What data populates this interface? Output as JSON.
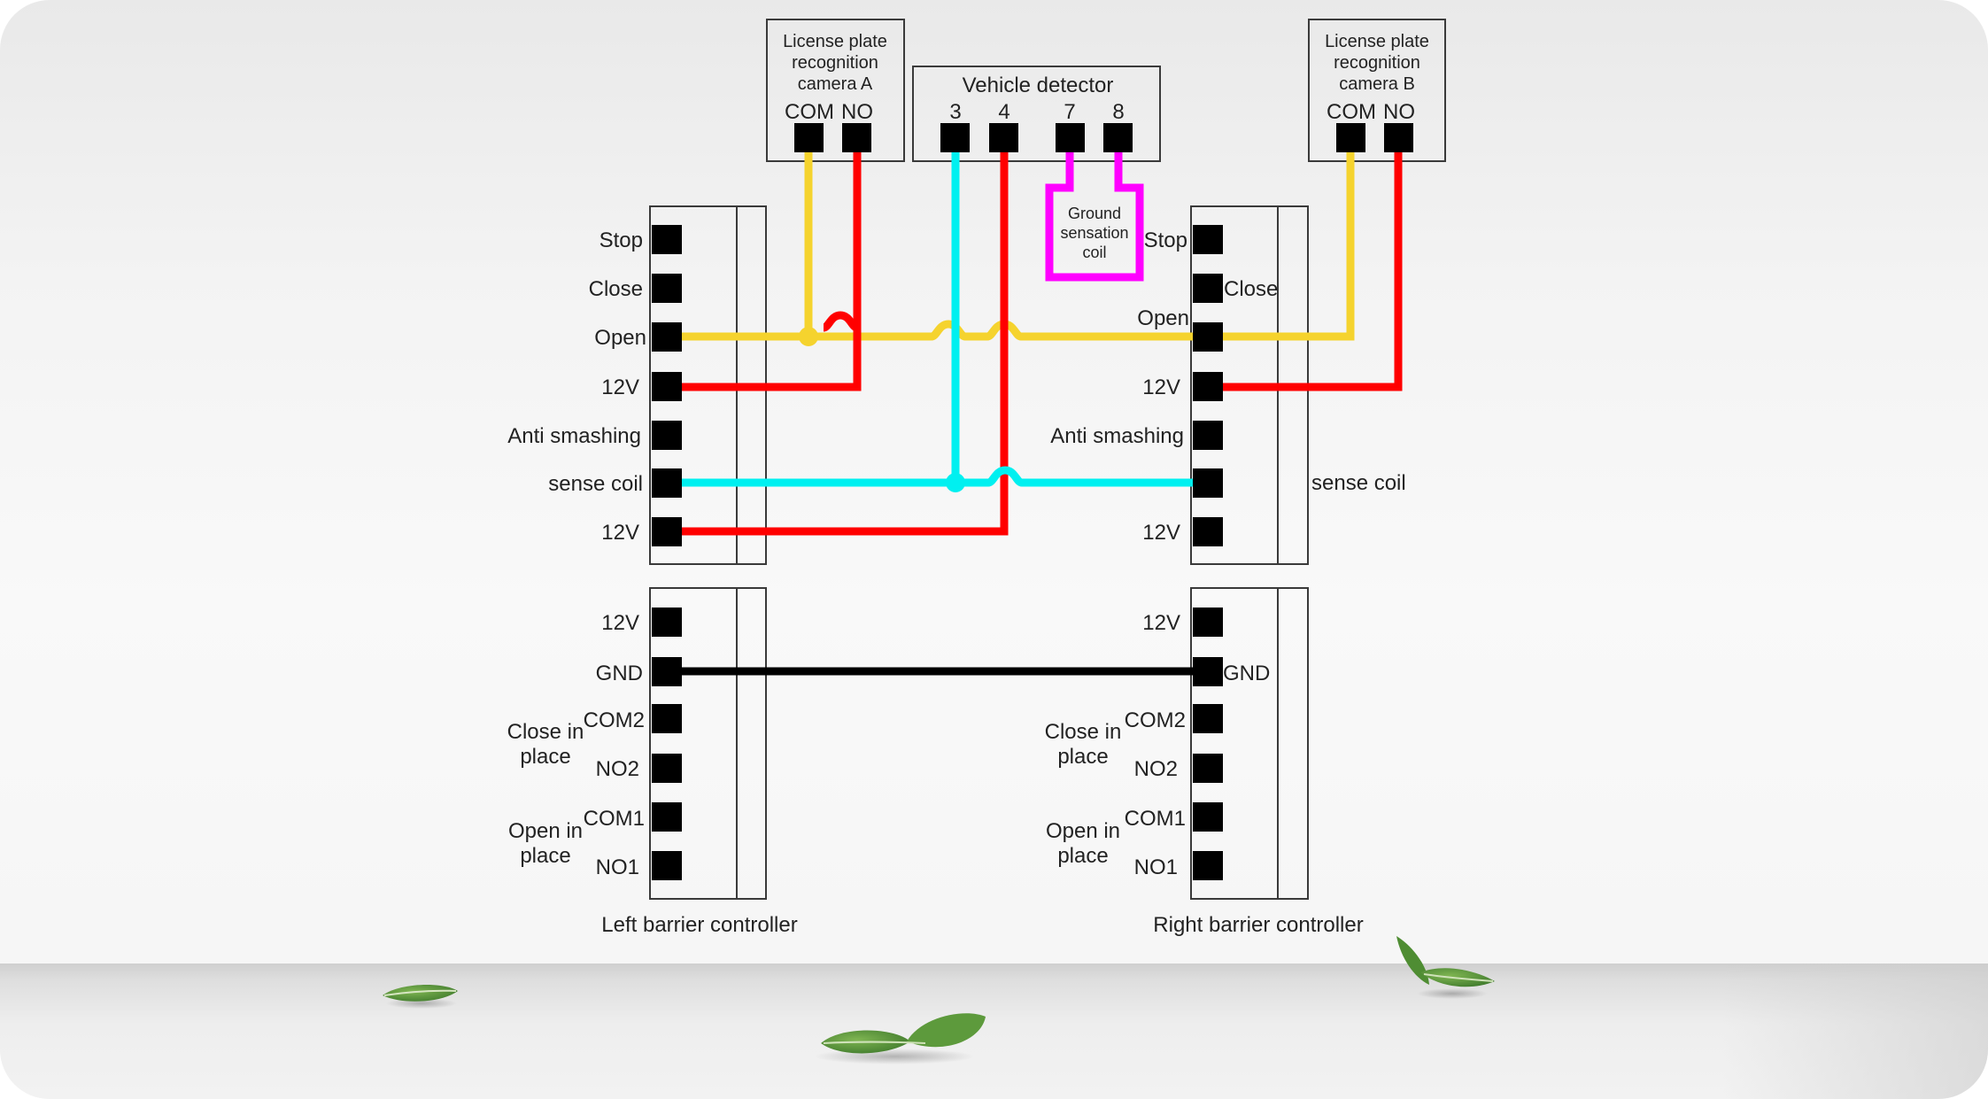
{
  "camera_a": {
    "title": [
      "License plate",
      "recognition",
      "camera A"
    ],
    "com": "COM",
    "no": "NO"
  },
  "camera_b": {
    "title": [
      "License plate",
      "recognition",
      "camera B"
    ],
    "com": "COM",
    "no": "NO"
  },
  "detector": {
    "title": "Vehicle detector",
    "pins": [
      "3",
      "4",
      "7",
      "8"
    ]
  },
  "ground_coil": {
    "label": [
      "Ground",
      "sensation",
      "coil"
    ]
  },
  "upper_terminals": [
    "Stop",
    "Close",
    "Open",
    "12V",
    "Anti smashing",
    "sense coil",
    "12V"
  ],
  "lower_terminals": [
    "12V",
    "GND",
    "COM2",
    "NO2",
    "COM1",
    "NO1"
  ],
  "group_labels": {
    "close_in_place": [
      "Close in",
      "place"
    ],
    "open_in_place": [
      "Open in",
      "place"
    ]
  },
  "left_controller": {
    "caption": "Left barrier controller"
  },
  "right_controller": {
    "caption": "Right barrier controller"
  },
  "wire_colors": {
    "open_signal": "#f5d32e",
    "power_12v": "#ff0000",
    "sense_coil": "#00f0f0",
    "ground_coil_loop": "#ff00ff",
    "gnd": "#000000"
  }
}
